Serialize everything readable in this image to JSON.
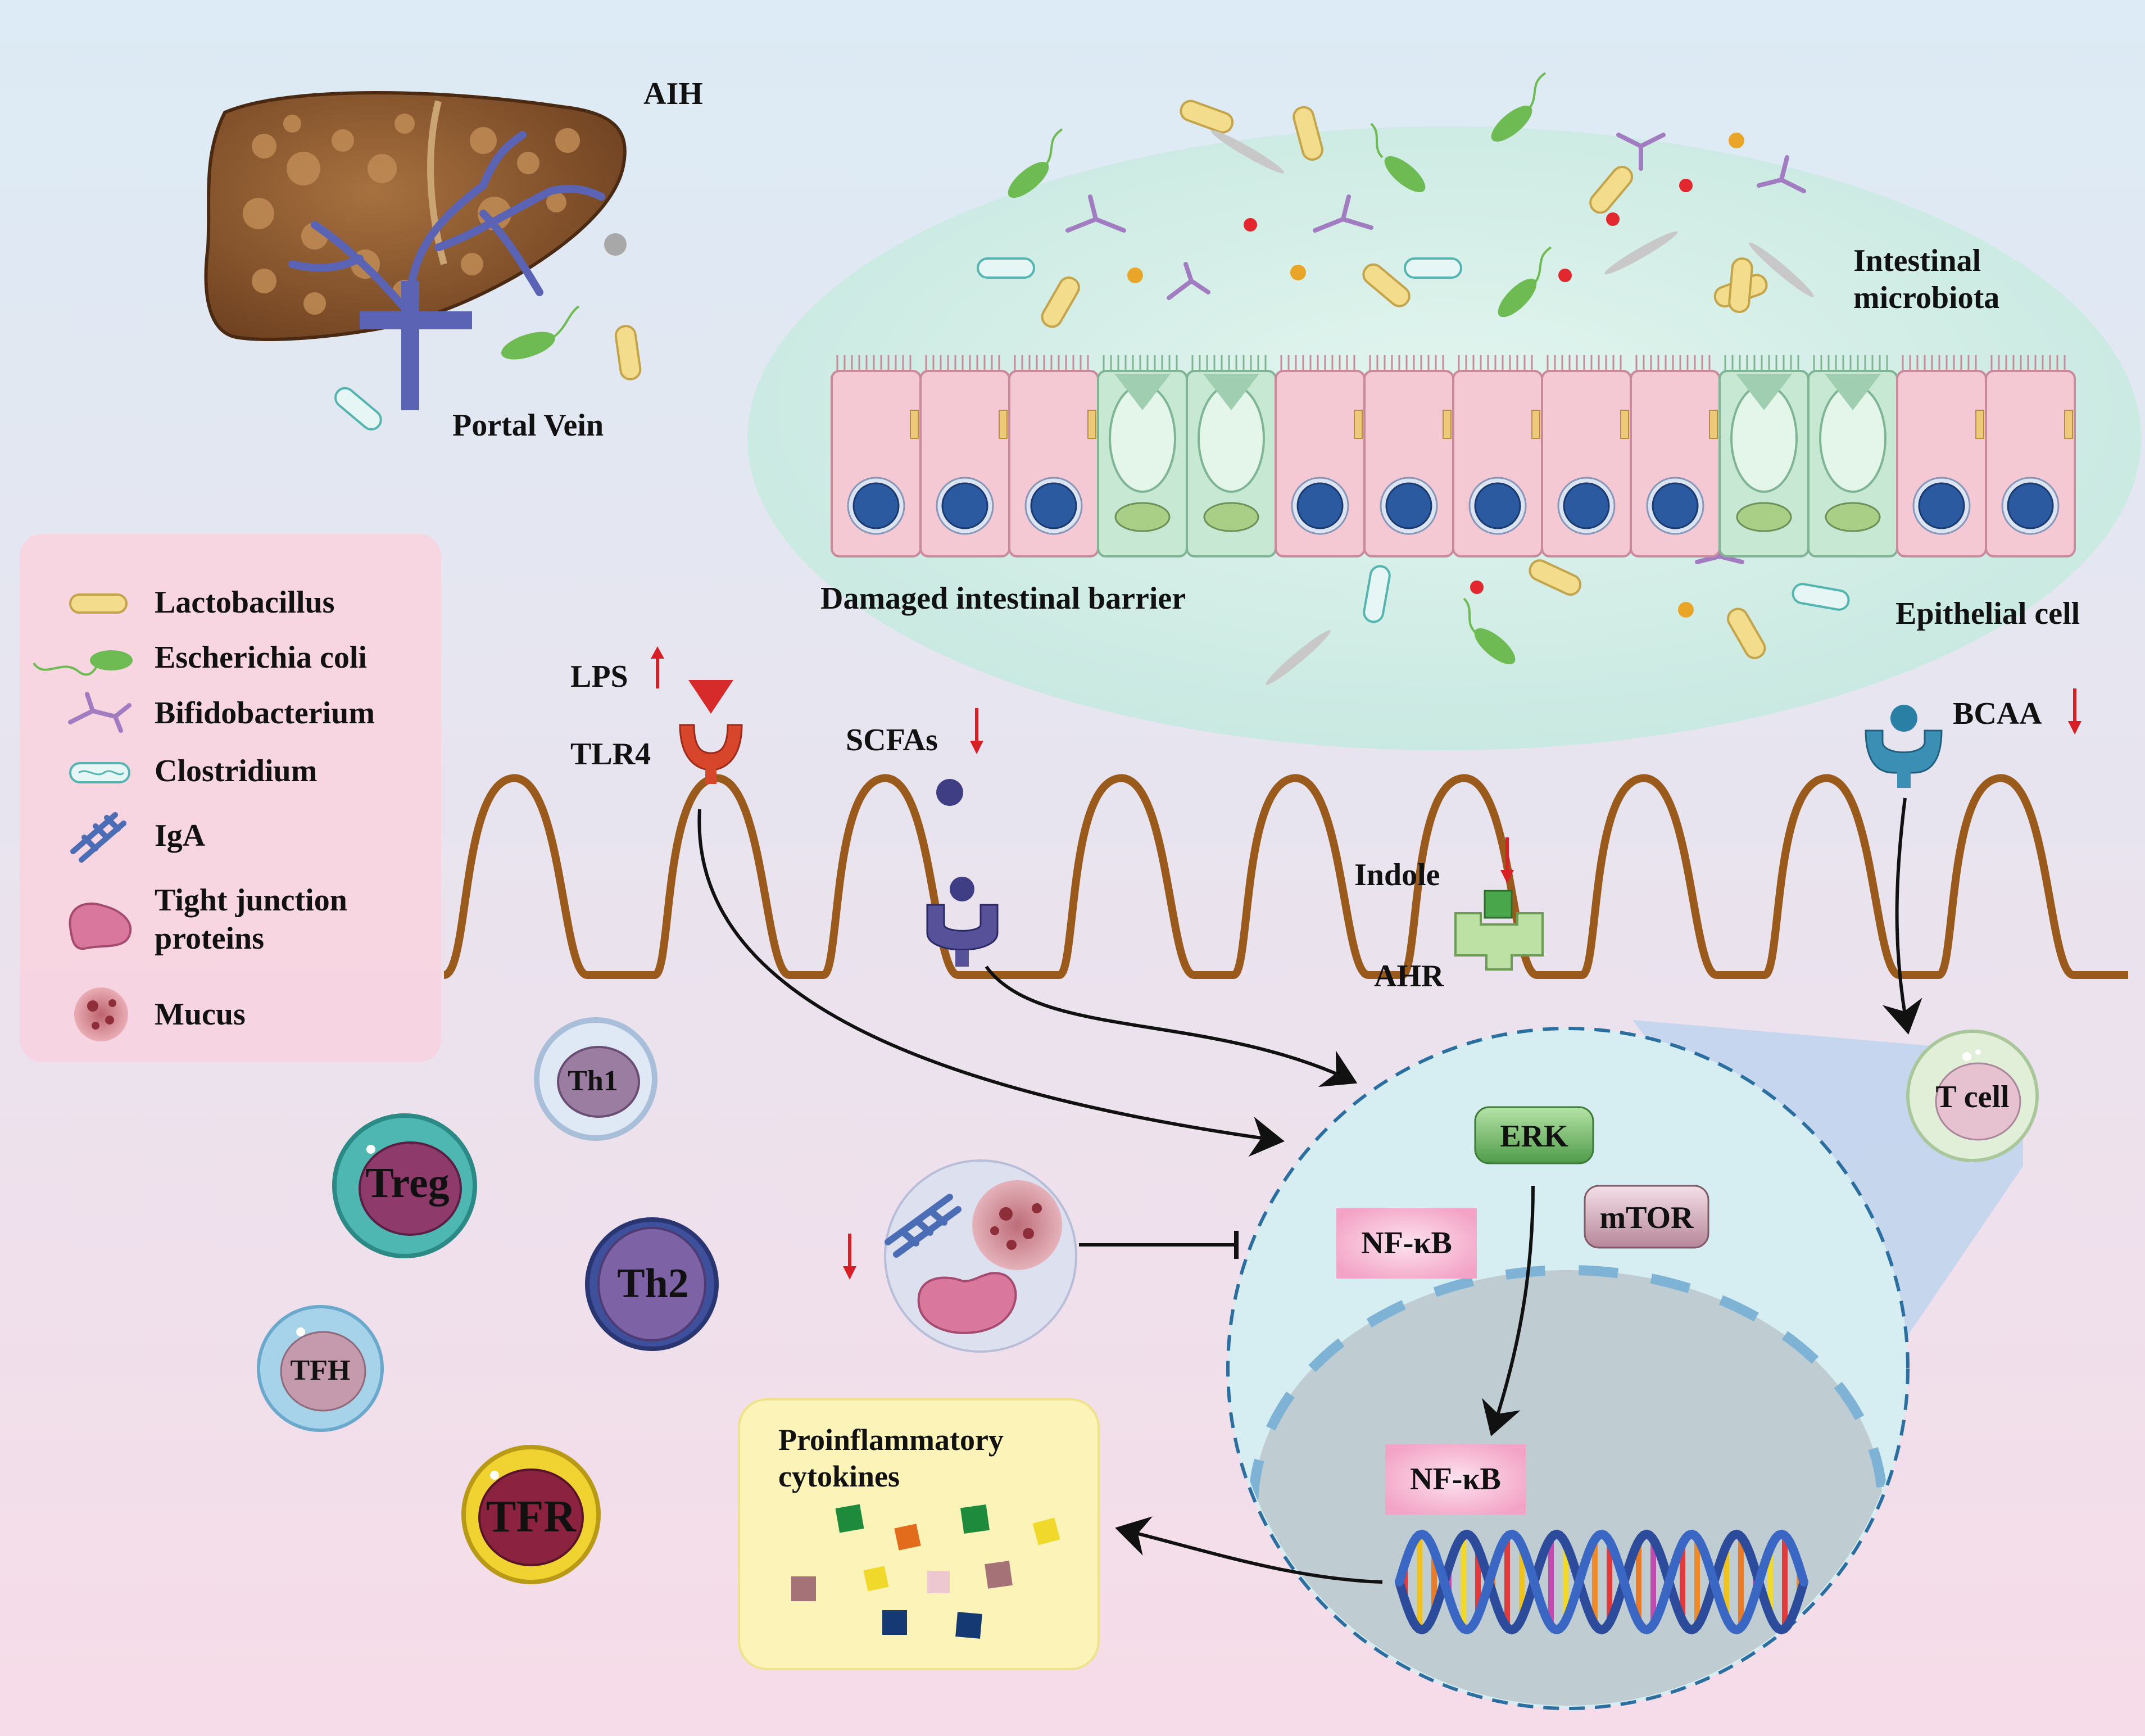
{
  "labels": {
    "aih": "AIH",
    "portal_vein": "Portal Vein",
    "intestinal_microbiota_1": "Intestinal",
    "intestinal_microbiota_2": "microbiota",
    "damaged_barrier": "Damaged intestinal barrier",
    "epithelial_cell": "Epithelial cell",
    "lps": "LPS",
    "tlr4": "TLR4",
    "scfas": "SCFAs",
    "bcaa": "BCAA",
    "indole": "Indole",
    "ahr": "AHR",
    "t_cell": "T cell",
    "erk": "ERK",
    "nfkb_cytoplasm": "NF-κB",
    "mtor": "mTOR",
    "nfkb_nucleus": "NF-κB",
    "proinflammatory_1": "Proinflammatory",
    "proinflammatory_2": "cytokines",
    "th1": "Th1",
    "treg": "Treg",
    "th2": "Th2",
    "tfh": "TFH",
    "tfr": "TFR"
  },
  "legend": [
    {
      "label": "Lactobacillus",
      "icon": "lactobacillus-icon"
    },
    {
      "label": "Escherichia coli",
      "icon": "escherichia-coli-icon"
    },
    {
      "label": "Bifidobacterium",
      "icon": "bifidobacterium-icon"
    },
    {
      "label": "Clostridium",
      "icon": "clostridium-icon"
    },
    {
      "label": "IgA",
      "icon": "iga-icon"
    },
    {
      "label": "Tight junction",
      "label2": "proteins",
      "icon": "tight-junction-protein-icon"
    },
    {
      "label": "Mucus",
      "icon": "mucus-icon"
    }
  ],
  "colors": {
    "background_top": "#dcebf5",
    "background_bottom": "#f6dce8",
    "membrane": "#9a5a1c",
    "up_down_arrow": "#d81f26",
    "microbiota_ellipse": "#cfeee6",
    "nucleus_circle": "#cfe9ef",
    "cytokine_box": "#fbf3b8"
  }
}
